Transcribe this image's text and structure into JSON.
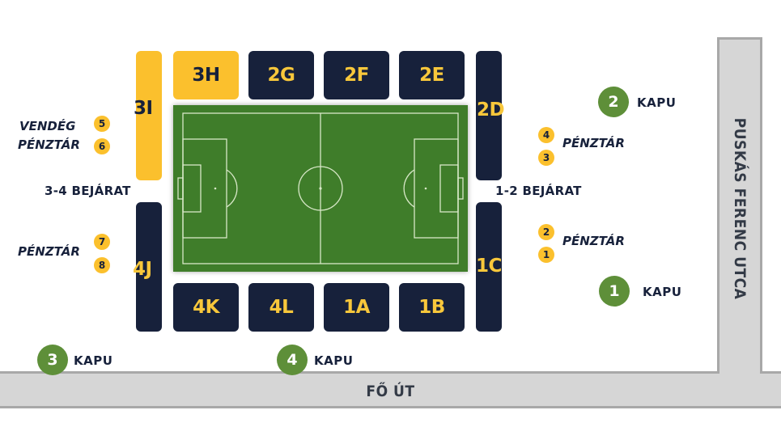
{
  "stands": {
    "s3H": "3H",
    "s2G": "2G",
    "s2F": "2F",
    "s2E": "2E",
    "s3I": "3I",
    "s2D": "2D",
    "s4J": "4J",
    "s1C": "1C",
    "s4K": "4K",
    "s4L": "4L",
    "s1A": "1A",
    "s1B": "1B"
  },
  "roads": {
    "bottom": "FŐ ÚT",
    "right": "PUSKÁS FERENC UTCA"
  },
  "entrances": {
    "left": "3-4 BEJÁRAT",
    "right": "1-2 BEJÁRAT"
  },
  "gates": {
    "g1": {
      "num": "1",
      "label": "KAPU"
    },
    "g2": {
      "num": "2",
      "label": "KAPU"
    },
    "g3": {
      "num": "3",
      "label": "KAPU"
    },
    "g4": {
      "num": "4",
      "label": "KAPU"
    }
  },
  "ticket_offices": {
    "guest_line1": "VENDÉG",
    "guest_line2": "PÉNZTÁR",
    "left_lower": "PÉNZTÁR",
    "right_upper": "PÉNZTÁR",
    "right_lower": "PÉNZTÁR",
    "nums": {
      "n1": "1",
      "n2": "2",
      "n3": "3",
      "n4": "4",
      "n5": "5",
      "n6": "6",
      "n7": "7",
      "n8": "8"
    }
  },
  "colors": {
    "navy": "#17213b",
    "gold": "#fbc02d",
    "pitch": "#3f7d2a",
    "gate_green": "#5e8f39",
    "road": "#d6d6d6"
  }
}
